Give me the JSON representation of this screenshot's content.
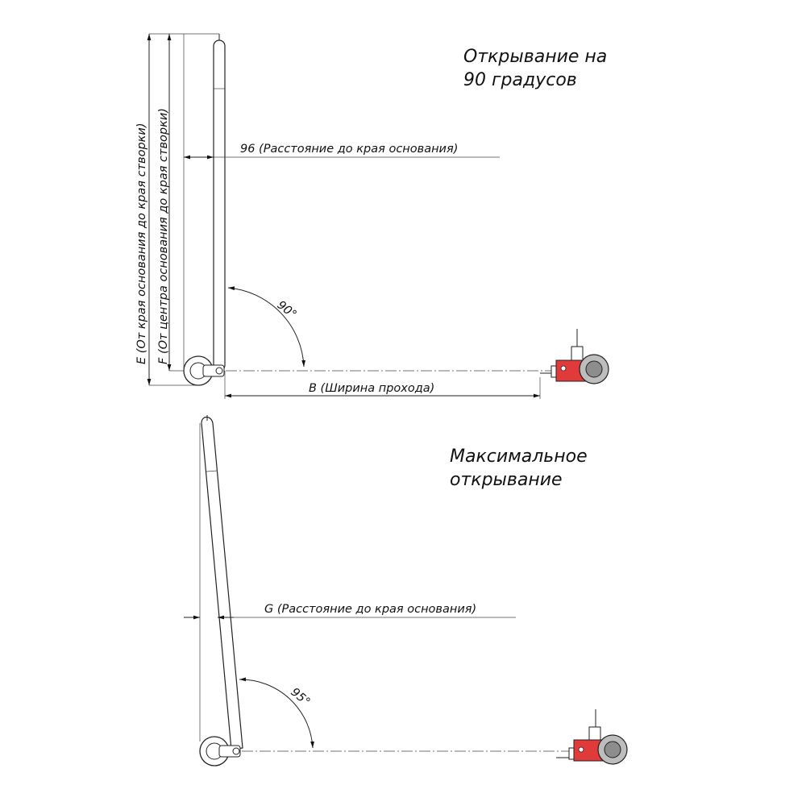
{
  "top": {
    "title_line1": "Открывание на",
    "title_line2": "90 градусов",
    "dim_96": "96  (Расстояние до края основания)",
    "angle": "90°",
    "dim_b": "B  (Ширина прохода)",
    "dim_e": "E  (От края основания до края створки)",
    "dim_f": "F  (От центра основания до края створки)"
  },
  "bottom": {
    "title_line1": "Максимальное",
    "title_line2": "открывание",
    "dim_g": "G  (Расстояние до края основания)",
    "angle": "95°"
  },
  "colors": {
    "line": "#222222",
    "motor_red": "#e03a3a",
    "wheel_grey": "#bdbdbd"
  }
}
